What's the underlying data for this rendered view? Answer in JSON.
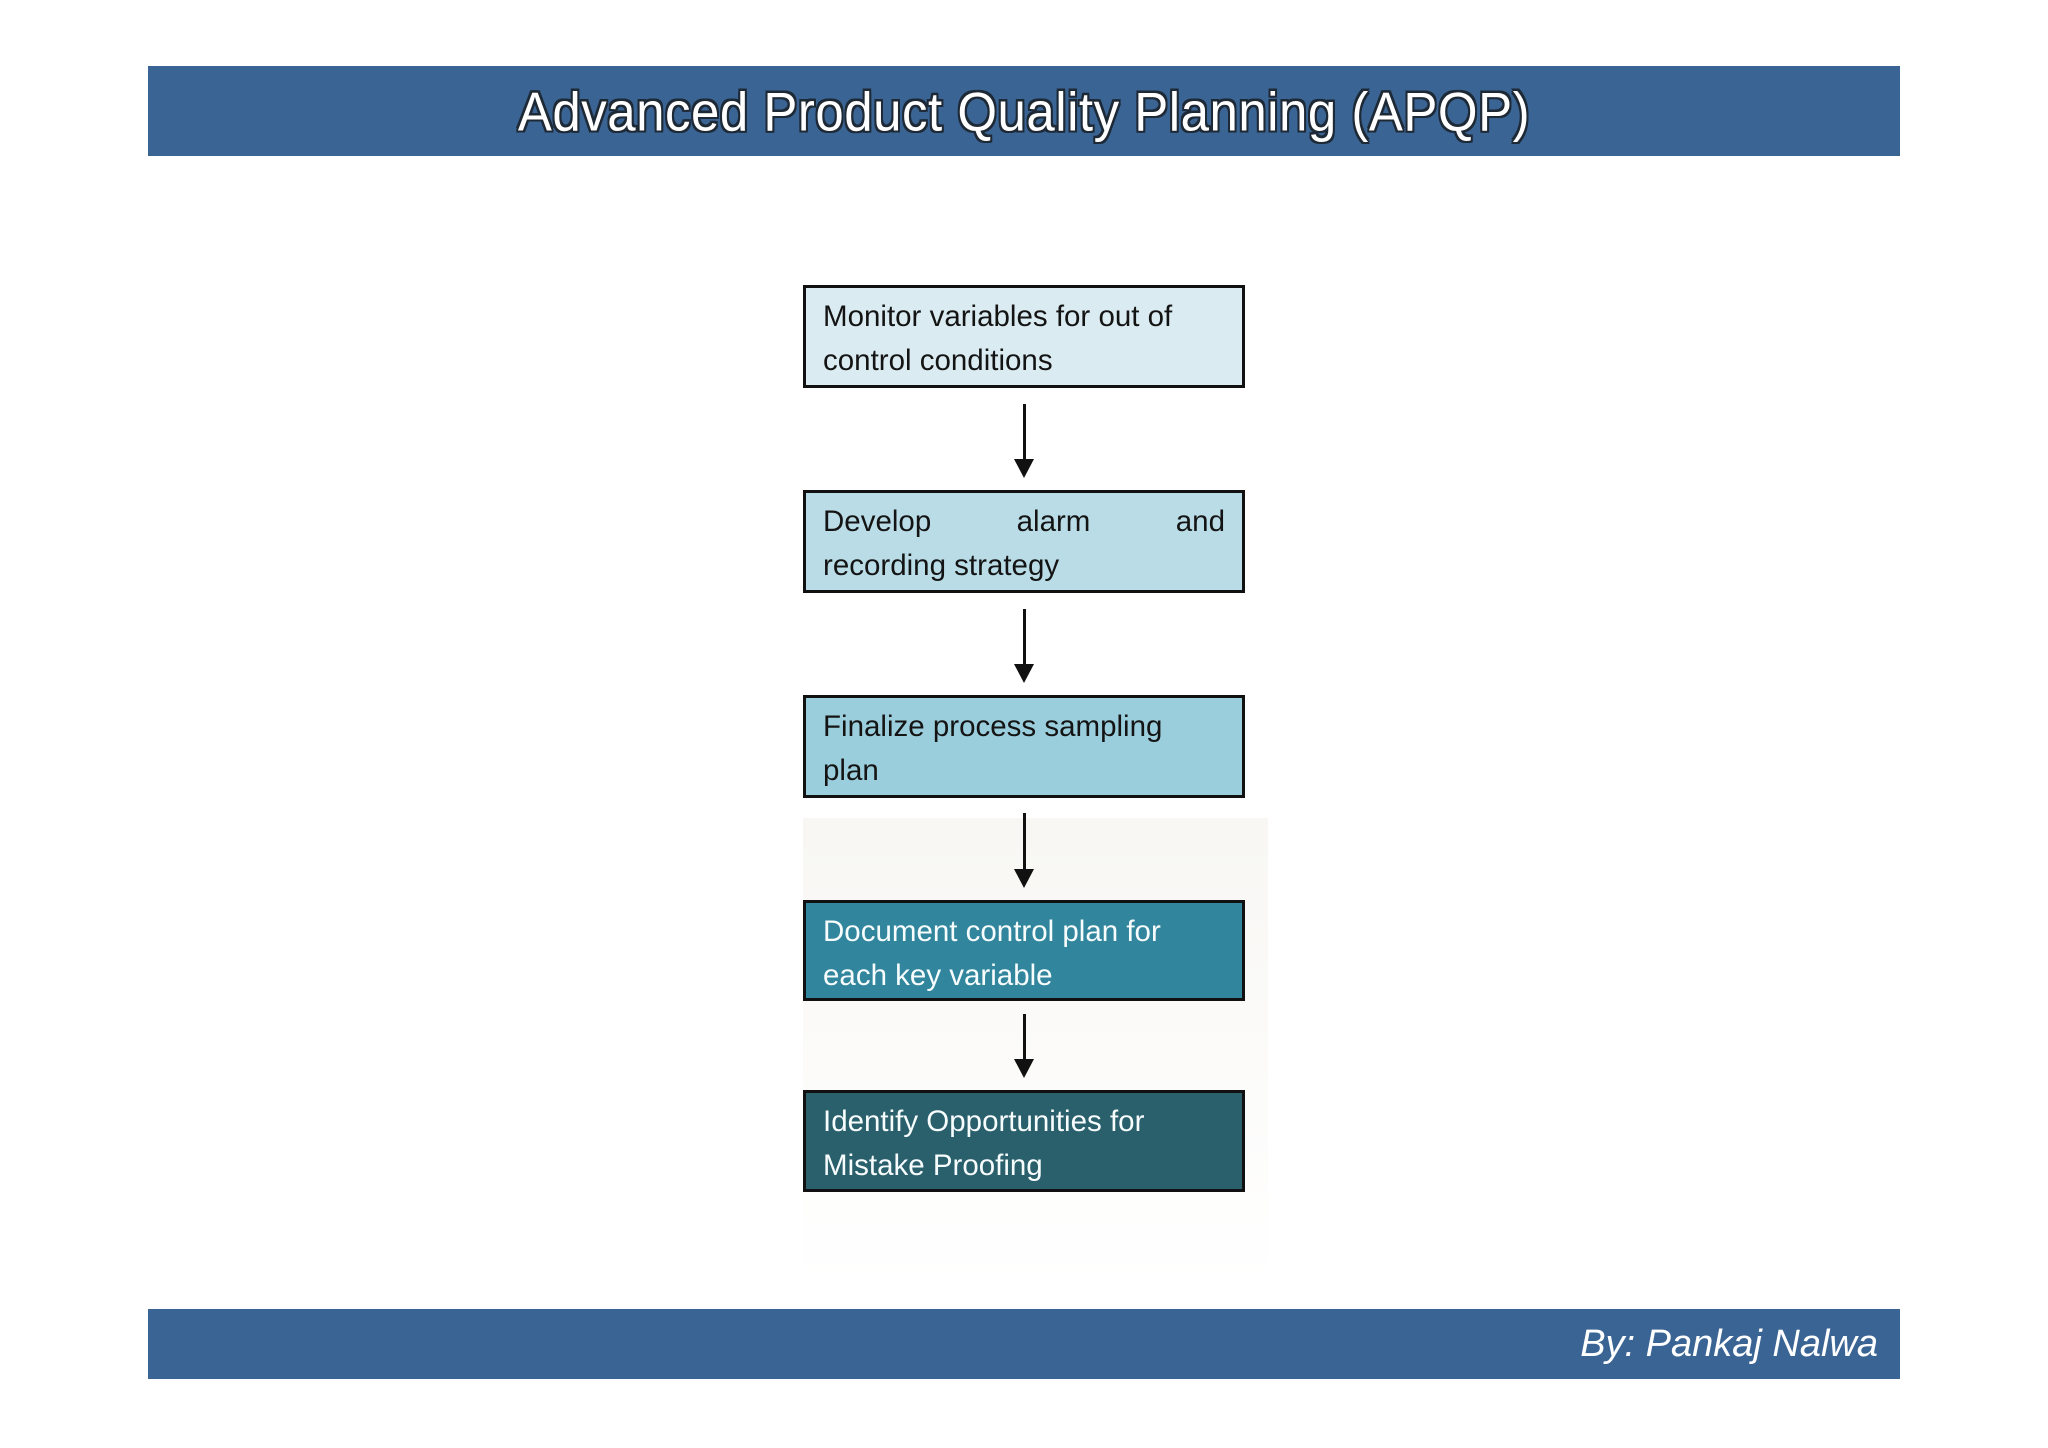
{
  "title_bar": {
    "label": "Advanced Product Quality Planning (APQP)",
    "bg_color": "#3A6494",
    "text_color": "#FFFFFF",
    "outline_color": "#1E2936"
  },
  "footer_bar": {
    "label": "By: Pankaj Nalwa",
    "bg_color": "#3A6494",
    "text_color": "#FFFFFF"
  },
  "flowchart": {
    "arrow_color": "#111111",
    "border_color": "#111111",
    "boxes": [
      {
        "id": "step-1",
        "text": "Monitor variables for out of\ncontrol conditions",
        "bg_color": "#DAEBF2",
        "text_color": "#141414"
      },
      {
        "id": "step-2",
        "line1_words": [
          "Develop",
          "alarm",
          "and"
        ],
        "line2": "recording strategy",
        "text": "Develop alarm and recording strategy",
        "bg_color": "#B9DCE7",
        "text_color": "#141414"
      },
      {
        "id": "step-3",
        "text": "Finalize process sampling\nplan",
        "bg_color": "#9BCEDD",
        "text_color": "#141414"
      },
      {
        "id": "step-4",
        "text": "Document control plan for\neach key variable",
        "bg_color": "#31859C",
        "text_color": "#F7FCFD"
      },
      {
        "id": "step-5",
        "text": "Identify Opportunities for\nMistake Proofing",
        "bg_color": "#2A5F6C",
        "text_color": "#F7FCFD"
      }
    ]
  }
}
